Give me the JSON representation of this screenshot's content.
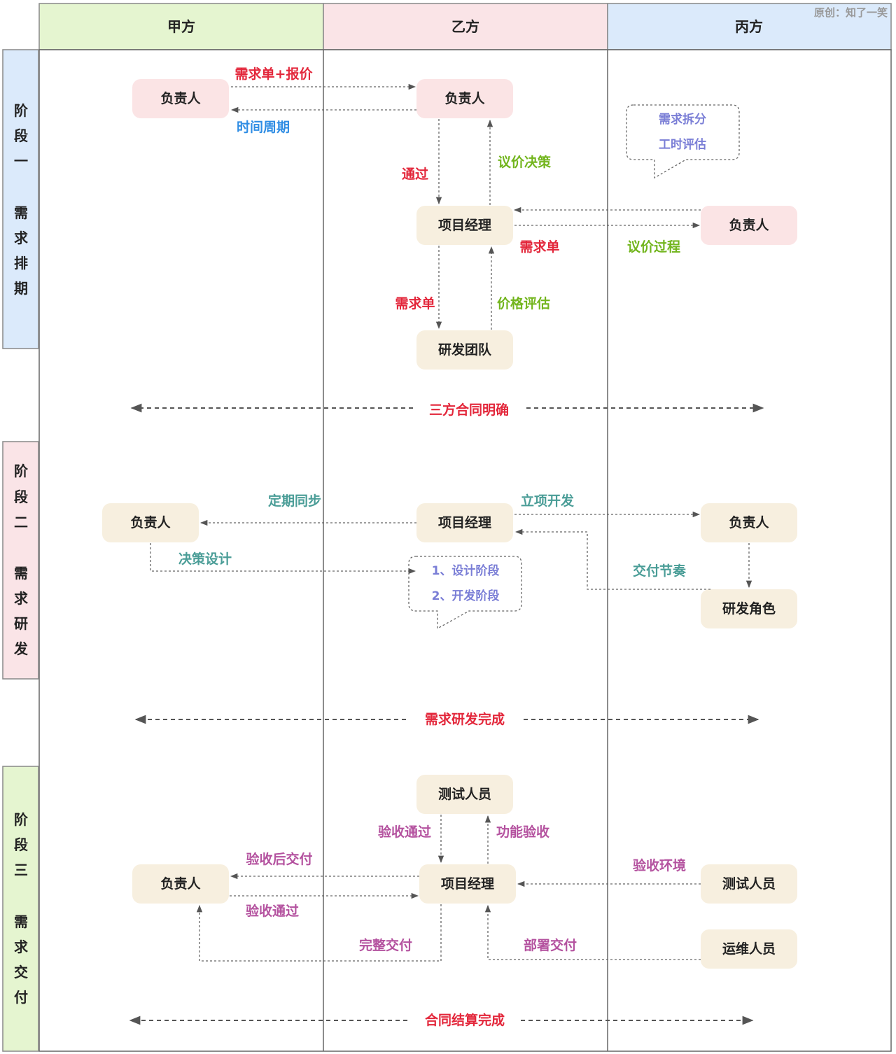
{
  "watermark": "原创：知了一笑",
  "lanes": [
    "甲方",
    "乙方",
    "丙方"
  ],
  "phases": [
    {
      "chars": [
        "阶",
        "段",
        "一",
        "需",
        "求",
        "排",
        "期"
      ]
    },
    {
      "chars": [
        "阶",
        "段",
        "二",
        "需",
        "求",
        "研",
        "发"
      ]
    },
    {
      "chars": [
        "阶",
        "段",
        "三",
        "需",
        "求",
        "交",
        "付"
      ]
    }
  ],
  "colors": {
    "lane_a": "#e5f5d0",
    "lane_b": "#fae4e7",
    "lane_c": "#dbeafb",
    "node_pink": "#fbe4e5",
    "node_beige": "#f7efdf",
    "red": "#e3273b",
    "blue": "#2f8de4",
    "green": "#72b51d",
    "teal": "#4a9d97",
    "purple": "#b4529f",
    "lavender": "#7a7ed6"
  },
  "stage1": {
    "nodes": {
      "a_owner": "负责人",
      "b_owner": "负责人",
      "pm": "项目经理",
      "c_owner": "负责人",
      "dev_team": "研发团队"
    },
    "labels": {
      "req_quote": "需求单+报价",
      "period": "时间周期",
      "pass": "通过",
      "decide": "议价决策",
      "req1": "需求单",
      "bargain": "议价过程",
      "req2": "需求单",
      "price_eval": "价格评估"
    },
    "callout": [
      "需求拆分",
      "工时评估"
    ],
    "milestone": "三方合同明确"
  },
  "stage2": {
    "nodes": {
      "a_owner": "负责人",
      "pm": "项目经理",
      "c_owner": "负责人",
      "dev_role": "研发角色"
    },
    "labels": {
      "sync": "定期同步",
      "start": "立项开发",
      "design": "决策设计",
      "rhythm": "交付节奏"
    },
    "callout": [
      "1、设计阶段",
      "2、开发阶段"
    ],
    "milestone": "需求研发完成"
  },
  "stage3": {
    "nodes": {
      "tester_b": "测试人员",
      "a_owner": "负责人",
      "pm": "项目经理",
      "tester_c": "测试人员",
      "ops": "运维人员"
    },
    "labels": {
      "accept_pass1": "验收通过",
      "func_accept": "功能验收",
      "deliver_after": "验收后交付",
      "accept_pass2": "验收通过",
      "env": "验收环境",
      "full_deliver": "完整交付",
      "deploy": "部署交付"
    },
    "milestone": "合同结算完成"
  }
}
